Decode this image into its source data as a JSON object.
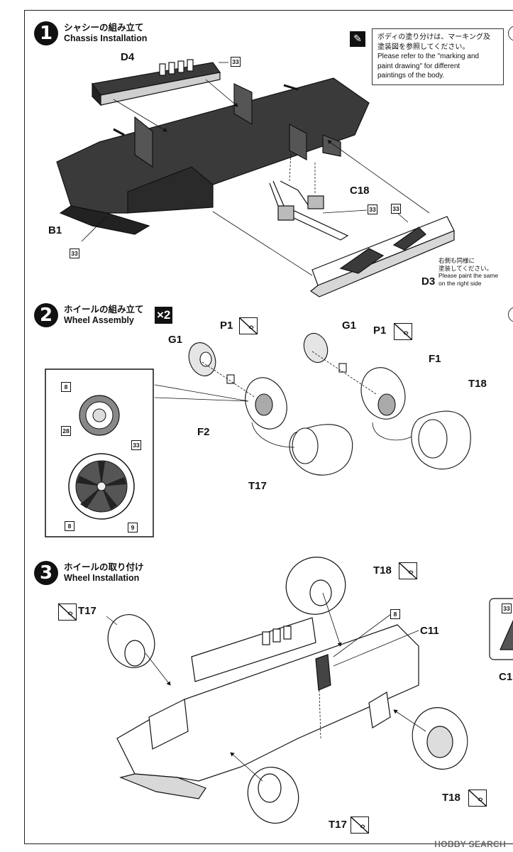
{
  "steps": [
    {
      "number": "1",
      "title_jp": "シャシーの組み立て",
      "title_en": "Chassis Installation"
    },
    {
      "number": "2",
      "title_jp": "ホイールの組み立て",
      "title_en": "Wheel Assembly",
      "multiplier": "×2"
    },
    {
      "number": "3",
      "title_jp": "ホイールの取り付け",
      "title_en": "Wheel Installation"
    }
  ],
  "painting_note": {
    "jp_line1": "ボディの塗り分けは、マーキング及",
    "jp_line2": "塗装図を参照してください。",
    "en_line1": "Please refer to the \"marking and",
    "en_line2": "paint drawing\" for different",
    "en_line3": "paintings of the body."
  },
  "right_side_note": {
    "jp_line1": "右側も同様に",
    "jp_line2": "塗装してください。",
    "en_line1": "Please paint the same",
    "en_line2": "on the right side"
  },
  "part_labels": {
    "d4": "D4",
    "b1": "B1",
    "c18": "C18",
    "d3": "D3",
    "g1_left": "G1",
    "g1_right": "G1",
    "p1_left": "P1",
    "p1_right": "P1",
    "f1": "F1",
    "f2": "F2",
    "t17": "T17",
    "t18": "T18",
    "s3_t17_top": "T17",
    "s3_t17_bottom": "T17",
    "s3_t18_top": "T18",
    "s3_t18_bottom": "T18",
    "c11": "C11",
    "c1_edge": "C1"
  },
  "color_codes": {
    "c33": "33",
    "c8": "8",
    "c28": "28",
    "c9": "9"
  },
  "watermark": "HOBBY SEARCH"
}
